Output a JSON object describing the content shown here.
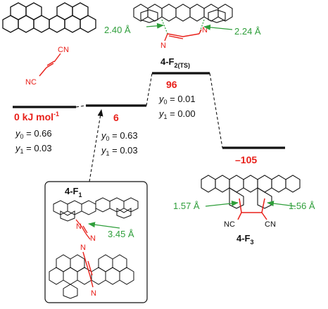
{
  "title": "",
  "colors": {
    "red": "#e8201a",
    "green": "#2e9e3a",
    "black": "#111111"
  },
  "levels": {
    "reactant": {
      "energy": "0 kJ mol",
      "energy_exp": "-1",
      "y0_sym": "y",
      "y0_sub": "0",
      "y0_val": " = 0.66",
      "y1_sym": "y",
      "y1_sub": "1",
      "y1_val": " = 0.03"
    },
    "complex": {
      "energy": "6",
      "y0_sym": "y",
      "y0_sub": "0",
      "y0_val": " = 0.63",
      "y1_sym": "y",
      "y1_sub": "1",
      "y1_val": " = 0.03"
    },
    "ts": {
      "energy": "96",
      "y0_sym": "y",
      "y0_sub": "0",
      "y0_val": " = 0.01",
      "y1_sym": "y",
      "y1_sub": "1",
      "y1_val": " = 0.00"
    },
    "product": {
      "energy": "–105"
    }
  },
  "structures": {
    "ts": {
      "label_main": "4-F",
      "label_sub": "2(TS)",
      "dist_left": "2.40 Å",
      "dist_right": "2.24 Å",
      "n_left": "N",
      "n_right": "N"
    },
    "complex": {
      "label_main": "4-F",
      "label_sub": "1",
      "dist": "3.45 Å",
      "n_top": "N",
      "n_bottom": "N",
      "n_top2": "N",
      "n_bottom2": "N"
    },
    "product": {
      "label_main": "4-F",
      "label_sub": "3",
      "dist_left": "1.57 Å",
      "dist_right": "1.56 Å",
      "cn_left": "NC",
      "cn_right": "CN"
    },
    "reactants": {
      "nc": "NC",
      "cn": "CN"
    }
  }
}
